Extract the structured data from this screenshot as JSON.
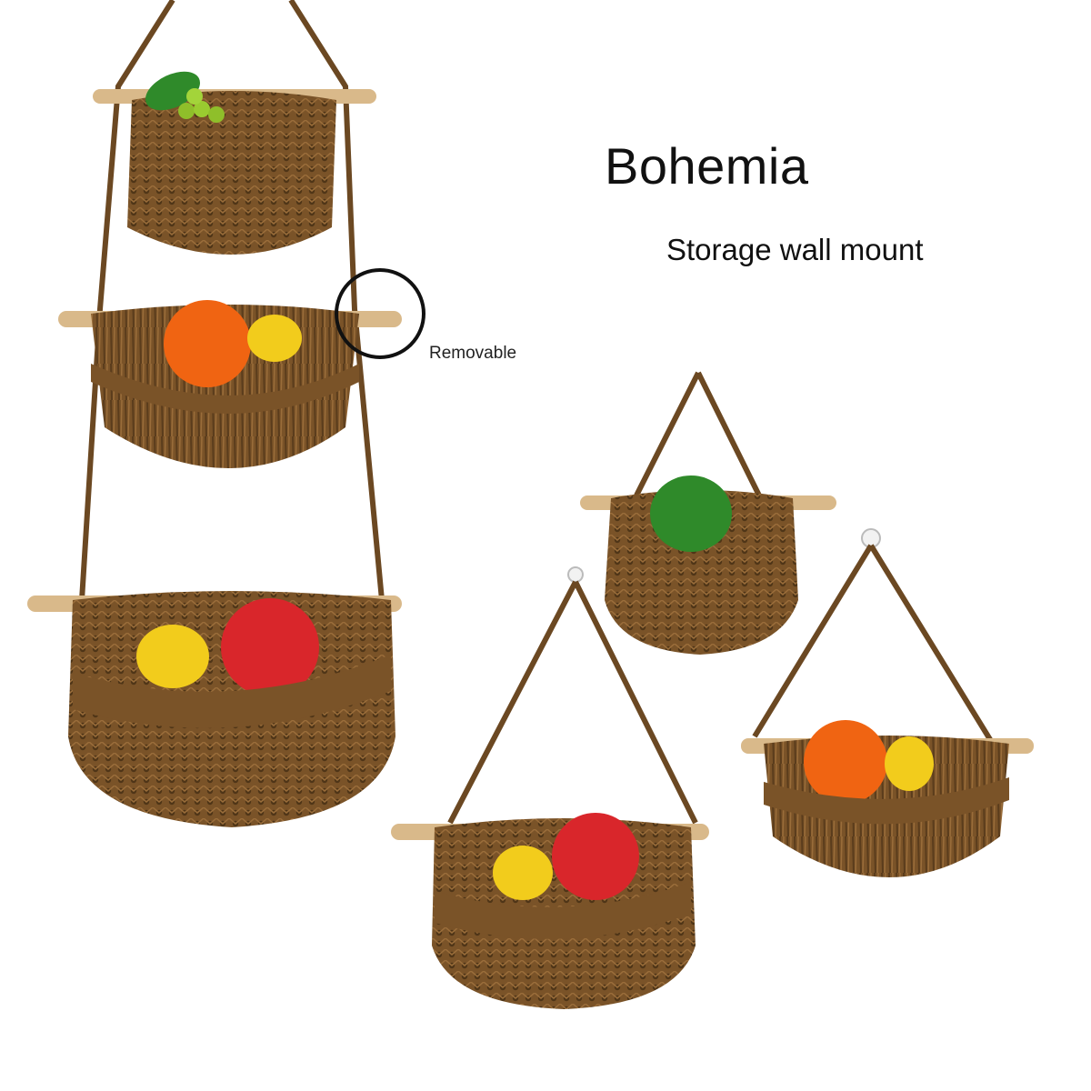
{
  "product": {
    "title": "Bohemia",
    "subtitle": "Storage wall mount",
    "callout_label": "Removable"
  },
  "colors": {
    "jute": "#7a5328",
    "jute_dark": "#4f3517",
    "wood": "#d9b98a",
    "orange": "#f06412",
    "apple": "#d9262b",
    "lemon": "#f2cc1c",
    "leaf": "#2f8a2a"
  }
}
